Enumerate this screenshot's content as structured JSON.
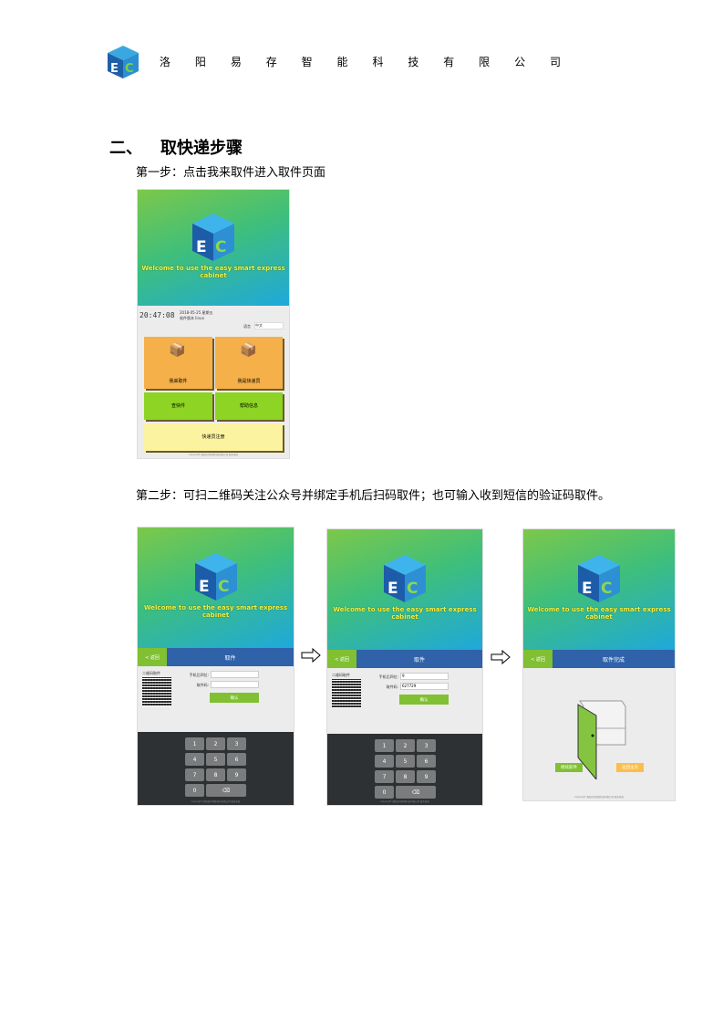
{
  "header": {
    "company_chars": [
      "洛",
      "阳",
      "易",
      "存",
      "智",
      "能",
      "科",
      "技",
      "有",
      "限",
      "公",
      "司"
    ],
    "logo_text": "EC"
  },
  "section": {
    "number": "二、",
    "title": "取快递步骤"
  },
  "step1": {
    "text": "第一步：点击我来取件进入取件页面",
    "screen": {
      "welcome": "Welcome to use the easy smart express cabinet",
      "clock": "20:47:08",
      "date": "2018-05-25  星期五",
      "cabinet": "软件版本 linux",
      "language_label": "语言",
      "language_value": "中文",
      "tiles": [
        "我来取件",
        "我是快递员",
        "查快件",
        "帮助信息",
        "快递员注册"
      ],
      "footer": "Copyright 洛阳易存智能科技有限公司 服务热线"
    }
  },
  "step2": {
    "text": "第二步：可扫二维码关注公众号并绑定手机后扫码取件；也可输入收到短信的验证码取件。",
    "screens": [
      {
        "welcome": "Welcome to use the easy smart express cabinet",
        "back": "< 返回",
        "title": "取件",
        "qr_label": "二维码取件",
        "phone_label": "手机后四位:",
        "phone_value": "",
        "code_label": "取件码:",
        "code_value": "",
        "confirm": "确认",
        "keys": [
          "1",
          "2",
          "3",
          "4",
          "5",
          "6",
          "7",
          "8",
          "9",
          "0",
          "⌫"
        ],
        "footer": "Copyright 洛阳易存智能科技有限公司 服务热线"
      },
      {
        "welcome": "Welcome to use the easy smart express cabinet",
        "back": "< 返回",
        "title": "取件",
        "qr_label": "二维码取件",
        "phone_label": "手机后四位:",
        "phone_value": "9",
        "code_label": "取件码:",
        "code_value": "627729",
        "confirm": "确认",
        "keys": [
          "1",
          "2",
          "3",
          "4",
          "5",
          "6",
          "7",
          "8",
          "9",
          "0",
          "⌫"
        ],
        "footer": "Copyright 洛阳易存智能科技有限公司 服务热线"
      },
      {
        "welcome": "Welcome to use the easy smart express cabinet",
        "back": "< 返回",
        "title": "取件完成",
        "continue": "继续取件",
        "home": "返回主页",
        "footer": "Copyright 洛阳易存智能科技有限公司 服务热线"
      }
    ]
  }
}
